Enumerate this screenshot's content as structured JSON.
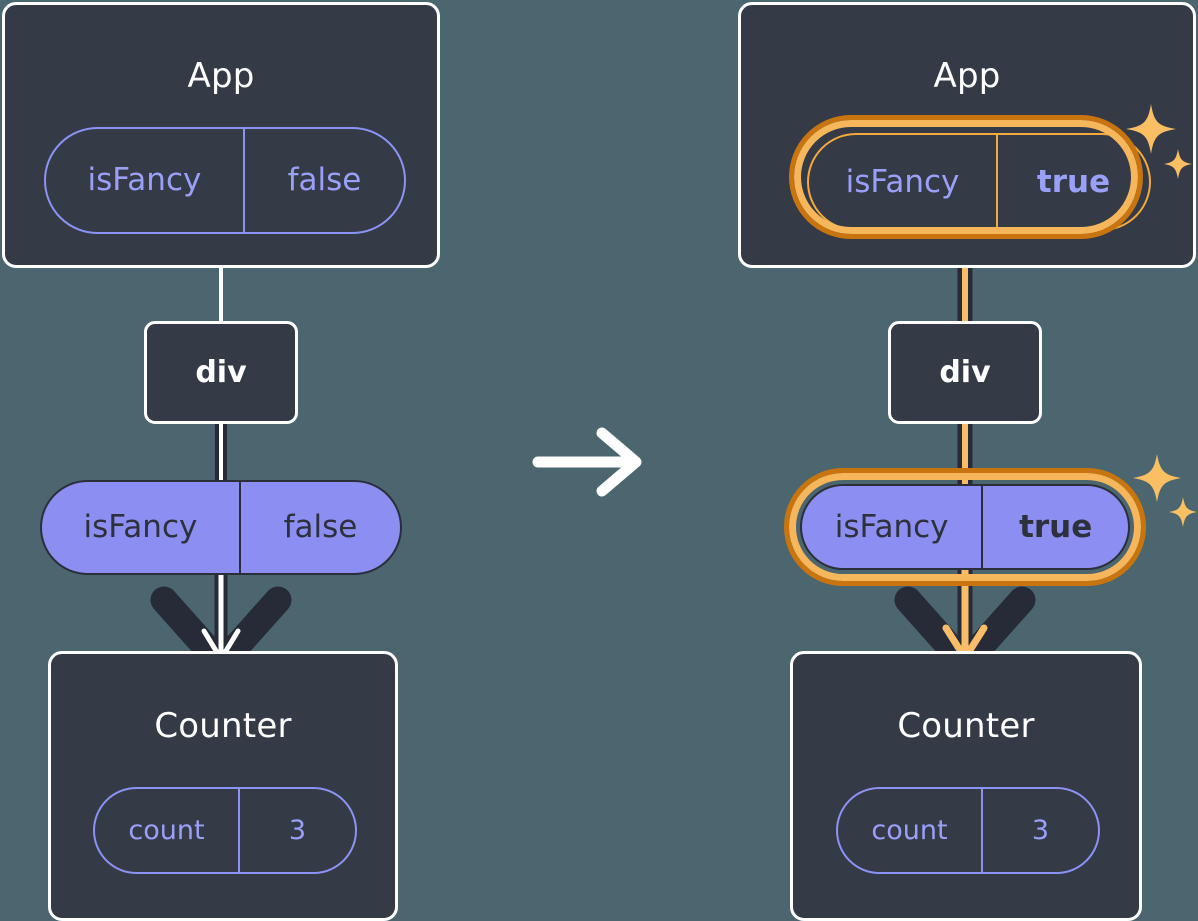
{
  "diagram": {
    "title": "React state propagation: isFancy toggled from false to true",
    "colors": {
      "background": "#4b666f",
      "box_fill": "#343a46",
      "box_border": "#ffffff",
      "pill_purple": "#8d8ef2",
      "pill_outline_purple": "#8b93f5",
      "text_purple": "#9aa0f8",
      "highlight_orange_light": "#f6b65c",
      "highlight_orange_dark": "#c9750f",
      "sparkle": "#fbbf63",
      "edge_dark": "#272b38",
      "edge_white": "#ffffff"
    },
    "transition_arrow": {
      "icon": "arrow-right-icon",
      "direction": "right"
    },
    "panels": [
      {
        "id": "before",
        "root": {
          "label": "App",
          "prop": {
            "name": "isFancy",
            "value": "false",
            "highlighted": false,
            "bold_value": false
          }
        },
        "middle": {
          "label": "div"
        },
        "passed_prop": {
          "name": "isFancy",
          "value": "false",
          "highlighted": false,
          "bold_value": false
        },
        "leaf": {
          "label": "Counter",
          "prop": {
            "name": "count",
            "value": "3",
            "highlighted": false,
            "bold_value": false
          }
        },
        "sparkles": false
      },
      {
        "id": "after",
        "root": {
          "label": "App",
          "prop": {
            "name": "isFancy",
            "value": "true",
            "highlighted": true,
            "bold_value": true
          }
        },
        "middle": {
          "label": "div"
        },
        "passed_prop": {
          "name": "isFancy",
          "value": "true",
          "highlighted": true,
          "bold_value": true
        },
        "leaf": {
          "label": "Counter",
          "prop": {
            "name": "count",
            "value": "3",
            "highlighted": false,
            "bold_value": false
          }
        },
        "sparkles": true
      }
    ]
  }
}
